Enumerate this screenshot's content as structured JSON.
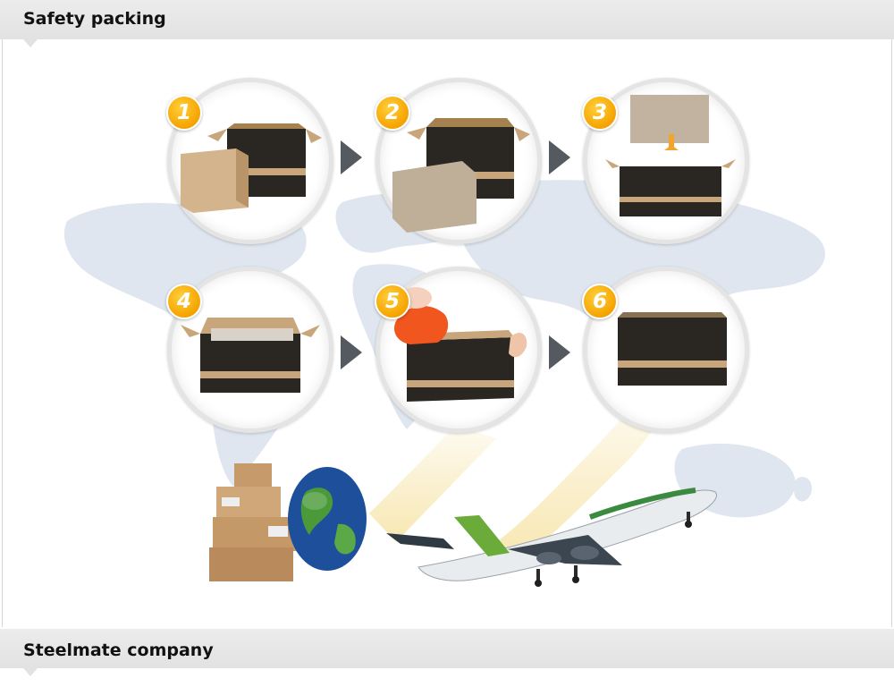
{
  "header": {
    "title": "Safety packing"
  },
  "footer": {
    "title": "Steelmate company"
  },
  "steps": [
    {
      "number": "1"
    },
    {
      "number": "2"
    },
    {
      "number": "3"
    },
    {
      "number": "4"
    },
    {
      "number": "5"
    },
    {
      "number": "6"
    }
  ],
  "colors": {
    "badge": "#f5a300",
    "arrow": "#555a60",
    "cardboard": "#c9a57b",
    "box_dark": "#2a2622",
    "map": "#dfe6ef",
    "beam": "#f6e3a4"
  },
  "icons": {
    "arrow": "right-triangle-icon",
    "globe": "globe-icon",
    "plane": "airplane-icon",
    "boxes": "stacked-boxes-icon"
  }
}
